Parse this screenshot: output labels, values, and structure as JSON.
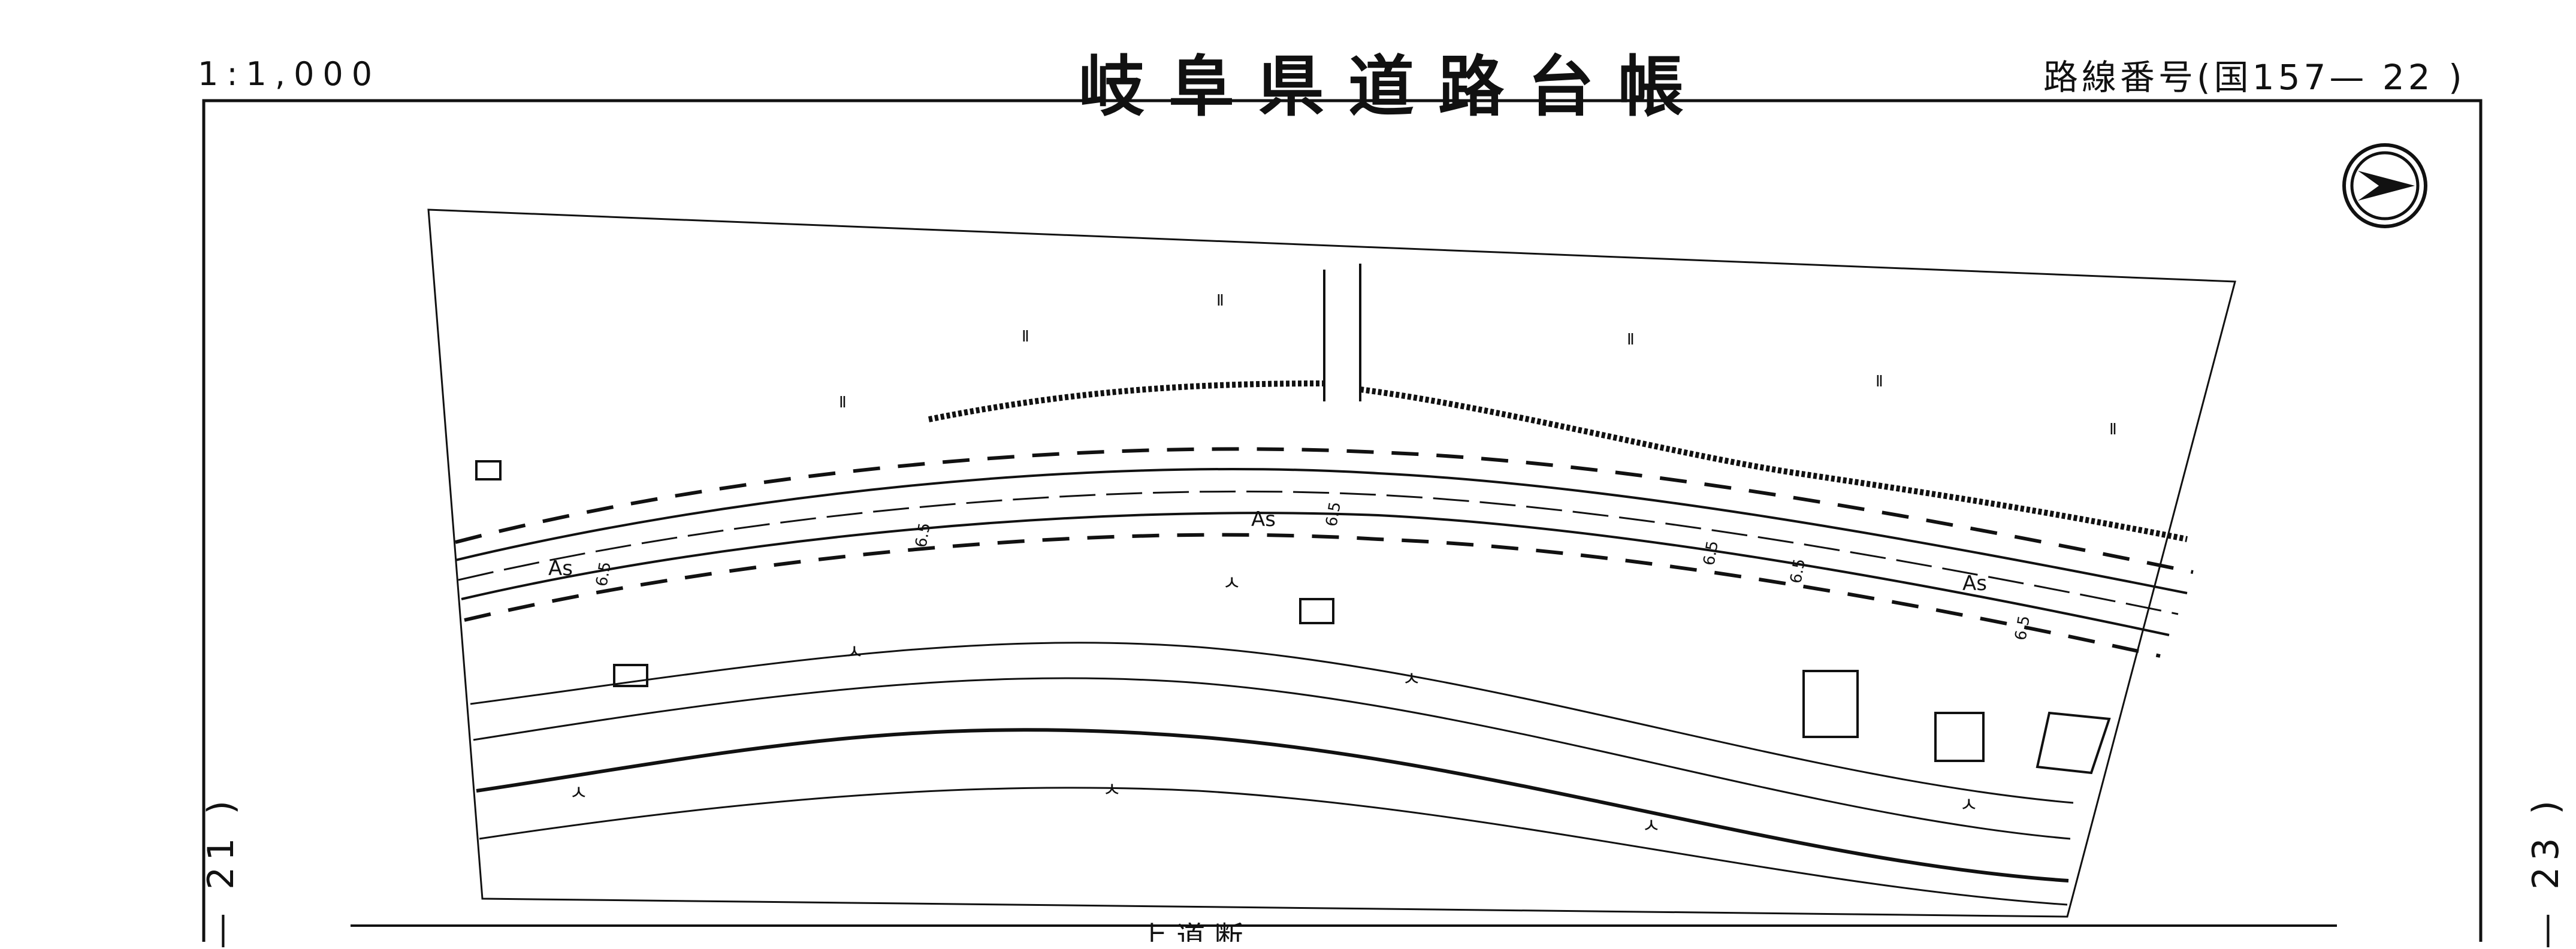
{
  "header": {
    "scale": "1:1,000",
    "title": "岐阜県道路台帳",
    "route_label": "路線番号",
    "route_paren_open": "(",
    "route_prefix": "国",
    "route_number": "157",
    "route_dash": "—",
    "route_sheet": "22",
    "route_paren_close": ")"
  },
  "side_labels": {
    "left": "— 21 )",
    "right": "— 23 )"
  },
  "map": {
    "north_arrow": "north-arrow-icon",
    "pavement_labels": [
      "As",
      "As",
      "As"
    ],
    "width_labels": [
      "6.5",
      "6.5",
      "6.5",
      "6.5",
      "6.5",
      "6.5"
    ],
    "field_labels": [
      "Ⅱ",
      "Ⅱ",
      "Ⅱ",
      "Ⅱ",
      "Ⅱ",
      "Ⅱ"
    ],
    "river_labels": [
      "ㅅ",
      "ㅅ",
      "ㅅ",
      "ㅅ",
      "ㅅ",
      "ㅅ",
      "ㅅ"
    ],
    "footer_text": "上 道 断"
  }
}
